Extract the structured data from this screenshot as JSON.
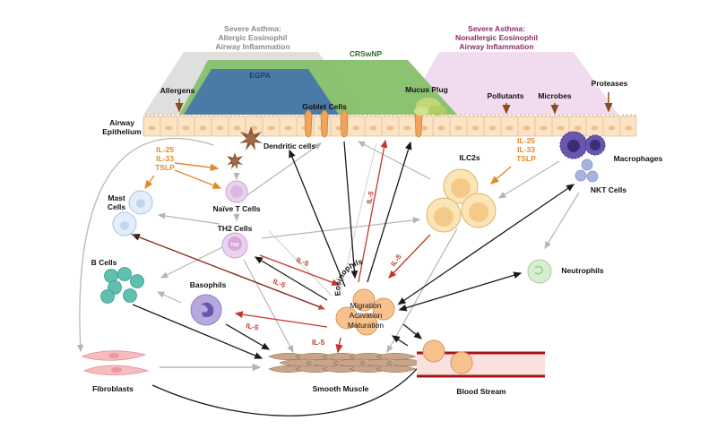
{
  "regions": {
    "allergic": {
      "title_lines": [
        "Severe Asthma:",
        "Allergic Eosinophil",
        "Airway Inflammation"
      ],
      "color": "#8a8a8a",
      "fill": "#dcdcdc"
    },
    "nonallergic": {
      "title_lines": [
        "Severe Asthma:",
        "Nonallergic Eosinophil",
        "Airway Inflammation"
      ],
      "color": "#8b2c6b",
      "fill": "#f1dcef"
    },
    "crswnp": {
      "label": "CRSwNP",
      "color": "#2f6b2a",
      "fill": "#86c06a"
    },
    "egpa": {
      "label": "EGPA",
      "color": "#1f3f66",
      "fill": "#4a7aa6"
    }
  },
  "triggers": {
    "allergens": "Allergens",
    "pollutants": "Pollutants",
    "microbes": "Microbes",
    "proteases": "Proteases"
  },
  "epithelium": {
    "label_lines": [
      "Airway",
      "Epithelium"
    ]
  },
  "structures": {
    "goblet_cells": "Goblet Cells",
    "mucus_plug": "Mucus Plug"
  },
  "cytokines": {
    "left": [
      "IL-25",
      "IL-33",
      "TSLP"
    ],
    "right": [
      "IL-25",
      "IL-33",
      "TSLP"
    ],
    "il5": "IL-5"
  },
  "cells": {
    "dendritic": "Dendritic cells",
    "naive_t": "Naïve T Cells",
    "th2": "TH2 Cells",
    "th2_inner": "TH2",
    "mast": [
      "Mast",
      "Cells"
    ],
    "b_cells": "B Cells",
    "basophils": "Basophils",
    "ilc2s": "ILC2s",
    "macrophages": "Macrophages",
    "nkt": "NKT Cells",
    "neutrophils": "Neutrophils",
    "fibroblasts": "Fibroblasts",
    "smooth_muscle": "Smooth Muscle",
    "blood_stream": "Blood Stream",
    "eosinophils": "Eosinophils",
    "eos_functions": [
      "Migration",
      "Activation",
      "Maturation"
    ]
  },
  "colors": {
    "arrow_black": "#1a1a1a",
    "arrow_gray": "#b5b5b5",
    "arrow_red": "#c0392b",
    "arrow_orange": "#e08a2c",
    "arrow_brown": "#8b4a1c"
  }
}
